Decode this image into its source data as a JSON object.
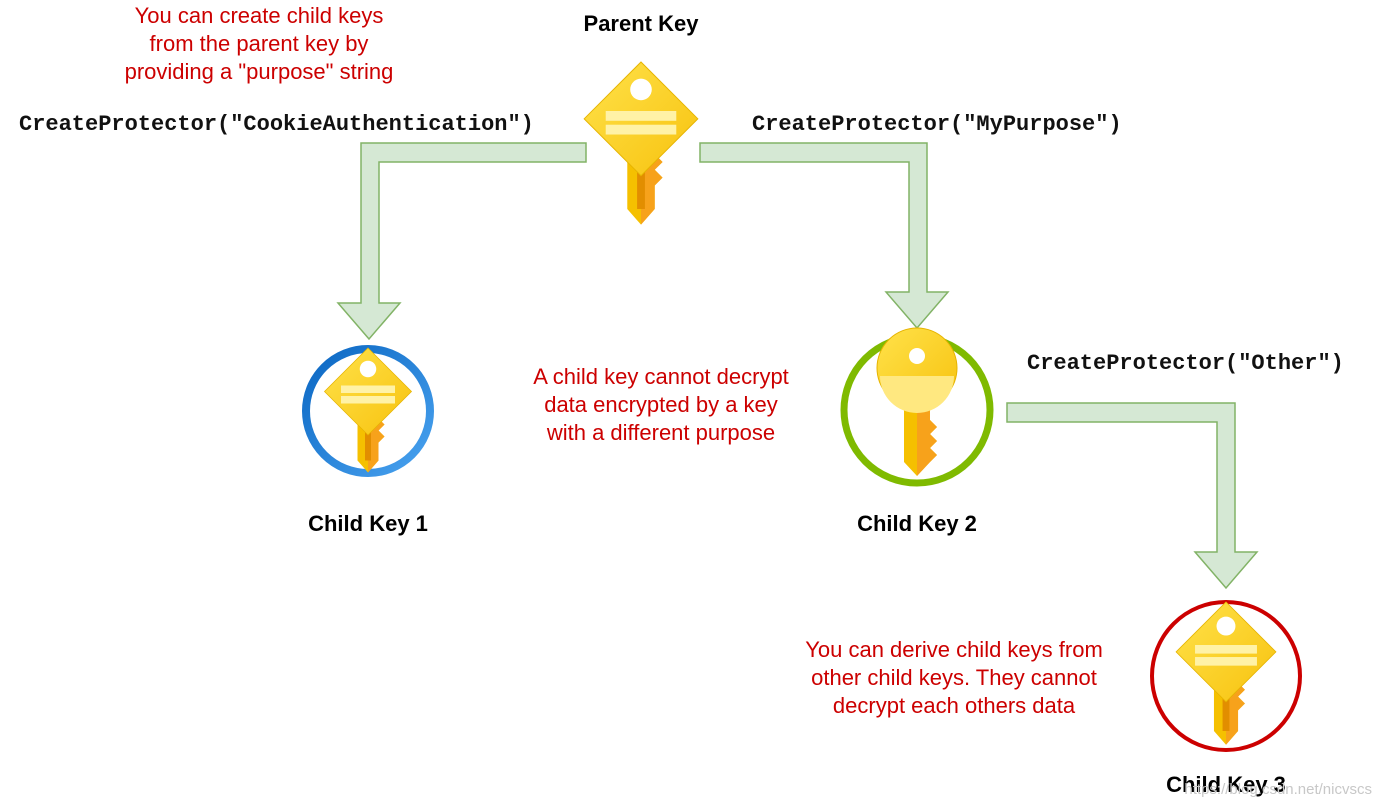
{
  "colors": {
    "arrow_fill": "#d5e8d4",
    "arrow_stroke": "#82b366",
    "note_text": "#cc0000",
    "key_gold": "#fdd017",
    "key_gold_dark": "#f5a623",
    "ring_child1": "#1e7fd6",
    "ring_child2": "#7fba00",
    "ring_child3": "#cc0000"
  },
  "icons": {
    "parent": "key-icon",
    "child1": "key-icon",
    "child2": "key-icon",
    "child3": "key-icon"
  },
  "notes": {
    "top_left": [
      "You can create child keys",
      "from the parent key by",
      "providing a \"purpose\" string"
    ],
    "middle": [
      "A child key cannot decrypt",
      "data encrypted by a key",
      "with a different purpose"
    ],
    "bottom": [
      "You can derive child keys from",
      "other child keys. They cannot",
      "decrypt each others data"
    ]
  },
  "keys": {
    "parent": "Parent Key",
    "child1": "Child Key 1",
    "child2": "Child Key 2",
    "child3": "Child Key 3"
  },
  "calls": {
    "cookie": "CreateProtector(\"CookieAuthentication\")",
    "my_purpose": "CreateProtector(\"MyPurpose\")",
    "other": "CreateProtector(\"Other\")"
  },
  "watermark": "https://blog.csdn.net/nicvscs"
}
